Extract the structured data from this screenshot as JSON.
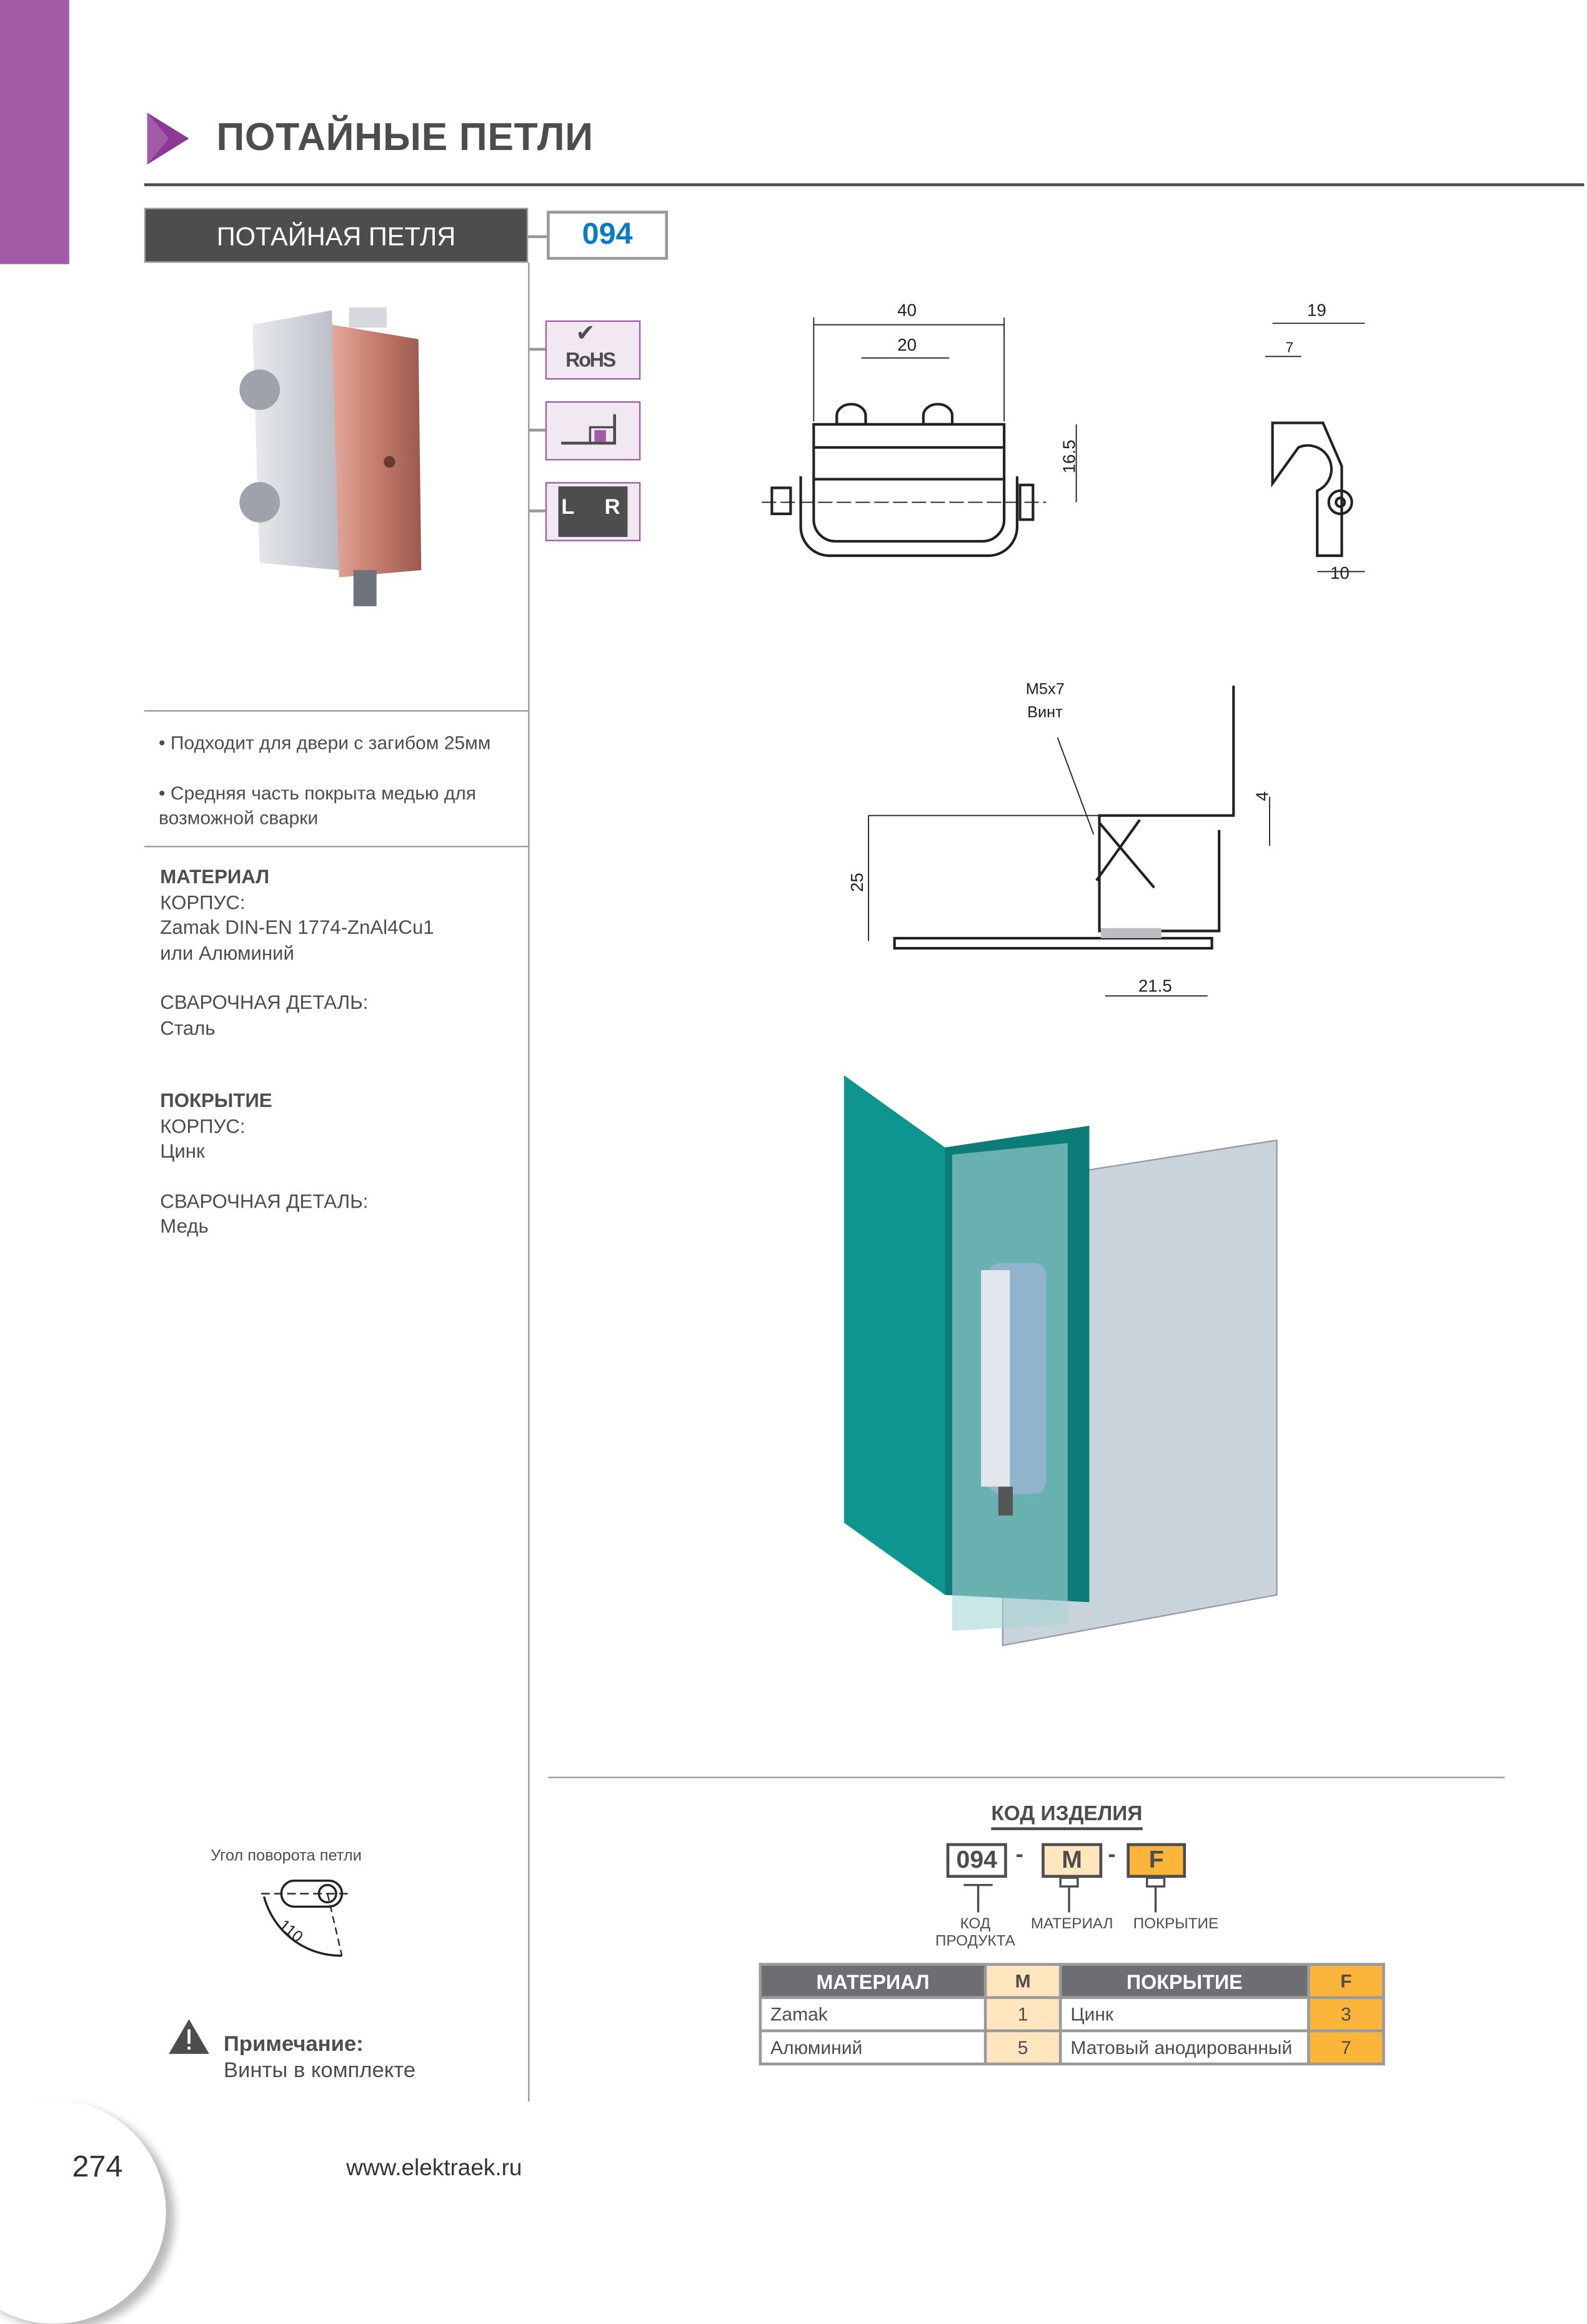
{
  "header": {
    "section_title": "ПОТАЙНЫЕ ПЕТЛИ"
  },
  "product": {
    "name": "ПОТАЙНАЯ ПЕТЛЯ",
    "code": "094"
  },
  "features": [
    "• Подходит для двери с загибом 25мм",
    "• Средняя часть покрыта медью для возможной сварки"
  ],
  "material": {
    "heading": "МАТЕРИАЛ",
    "body_label": "КОРПУС:",
    "body_value_1": "Zamak DIN-EN 1774-ZnAl4Cu1",
    "body_value_2": "или Алюминий",
    "weld_label": "СВАРОЧНАЯ ДЕТАЛЬ:",
    "weld_value": "Сталь"
  },
  "coating": {
    "heading": "ПОКРЫТИЕ",
    "body_label": "КОРПУС:",
    "body_value": "Цинк",
    "weld_label": "СВАРОЧНАЯ ДЕТАЛЬ:",
    "weld_value": "Медь"
  },
  "rotation": {
    "label": "Угол поворота петли",
    "angle": "110"
  },
  "note": {
    "title": "Примечание:",
    "text": "Винты в комплекте"
  },
  "icons": [
    "rohs-icon",
    "weld-mount-icon",
    "left-right-icon"
  ],
  "rohs_text": "RoHS",
  "lr_text": {
    "left": "L",
    "right": "R"
  },
  "drawing": {
    "dims": {
      "w40": "40",
      "w20": "20",
      "h16_5": "16.5",
      "w19": "19",
      "w7": "7",
      "w10": "10",
      "h25": "25",
      "h4": "4",
      "w21_5": "21.5"
    },
    "screw_label_1": "M5x7",
    "screw_label_2": "Винт"
  },
  "order_code": {
    "title": "КОД ИЗДЕЛИЯ",
    "parts": [
      "094",
      "M",
      "F"
    ],
    "separator": "-",
    "labels": [
      "КОД ПРОДУКТА",
      "МАТЕРИАЛ",
      "ПОКРЫТИЕ"
    ]
  },
  "options_table": {
    "material_header": "МАТЕРИАЛ",
    "material_code": "M",
    "coating_header": "ПОКРЫТИЕ",
    "coating_code": "F",
    "rows": [
      {
        "material": "Zamak",
        "m": "1",
        "coating": "Цинк",
        "f": "3"
      },
      {
        "material": "Алюминий",
        "m": "5",
        "coating": "Матовый анодированный",
        "f": "7"
      }
    ]
  },
  "colors": {
    "accent": "#a35ba8",
    "code_blue": "#0a7cc4",
    "dark": "#4d4d4f",
    "m_fill": "#ffe6bf",
    "f_fill": "#fbb53a",
    "teal": "#0f9590"
  },
  "footer": {
    "page_number": "274",
    "website": "www.elektraek.ru"
  }
}
